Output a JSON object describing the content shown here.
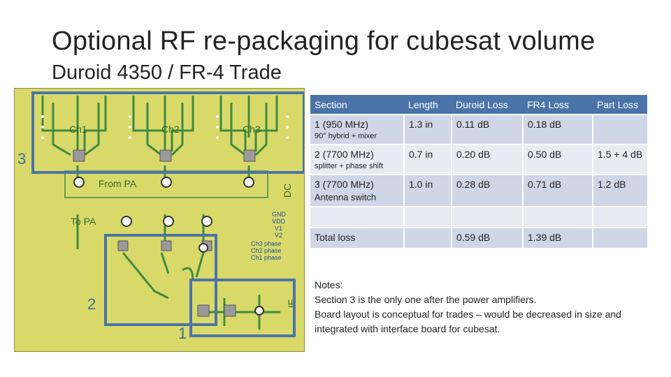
{
  "slide": {
    "title": "Optional RF re-packaging for cubesat volume",
    "subtitle": "Duroid 4350 / FR-4 Trade"
  },
  "pcb": {
    "labels": {
      "ch1": "Ch1",
      "ch2": "Ch2",
      "ch3": "Ch3",
      "from_pa": "From PA",
      "to_pa": "To PA",
      "dc": "DC",
      "if": "IF",
      "gnd": "GND",
      "vdd": "VDD",
      "v1": "V1",
      "v2": "V2",
      "ch3_phase": "Ch3 phase",
      "ch2_phase": "Ch2 phase",
      "ch1_phase": "Ch1 phase"
    },
    "section_labels": {
      "s1": "1",
      "s2": "2",
      "s3": "3"
    },
    "colors": {
      "board": "#d9d96a",
      "trace": "#3f8a3f",
      "box": "#4a74a8"
    }
  },
  "table": {
    "headers": [
      "Section",
      "Length",
      "Duroid Loss",
      "FR4 Loss",
      "Part Loss"
    ],
    "rows": [
      {
        "section": "1 (950 MHz)",
        "section_sub": "90° hybrid + mixer",
        "length": "1.3 in",
        "duroid": "0.11 dB",
        "fr4": "0.18 dB",
        "part": ""
      },
      {
        "section": "2 (7700 MHz)",
        "section_sub": "splitter + phase shift",
        "length": "0.7 in",
        "duroid": "0.20 dB",
        "fr4": "0.50 dB",
        "part": "1.5 + 4 dB"
      },
      {
        "section": "3 (7700 MHz)",
        "section_sub": "Antenna switch",
        "length": "1.0 in",
        "duroid": "0.28 dB",
        "fr4": "0.71 dB",
        "part": "1.2 dB"
      },
      {
        "section": "",
        "section_sub": "",
        "length": "",
        "duroid": "",
        "fr4": "",
        "part": ""
      },
      {
        "section": "Total loss",
        "section_sub": "",
        "length": "",
        "duroid": "0.59 dB",
        "fr4": "1.39 dB",
        "part": ""
      }
    ]
  },
  "notes": {
    "line1": "Notes:",
    "line2": "Section 3 is the only one after the power amplifiers.",
    "line3": "Board layout is conceptual for trades – would be decreased in size and integrated with interface board for cubesat."
  }
}
